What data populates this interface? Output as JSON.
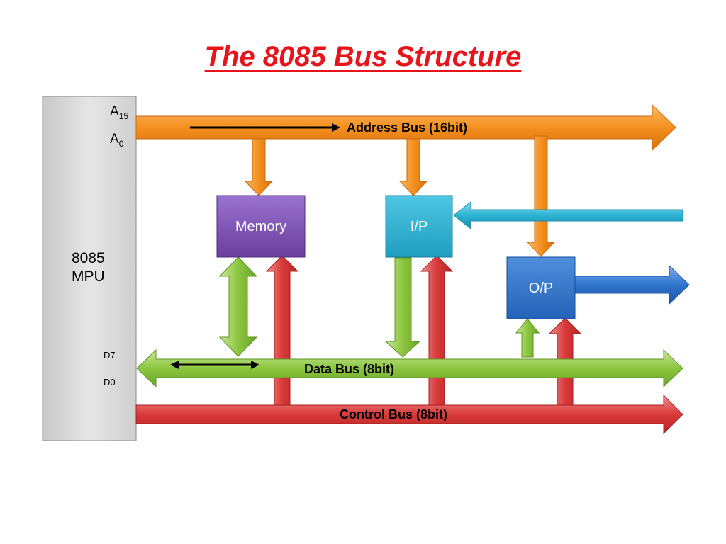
{
  "title": "The 8085 Bus Structure",
  "mpu": {
    "line1": "8085",
    "line2": "MPU"
  },
  "pins": {
    "a15": {
      "base": "A",
      "sub": "15"
    },
    "a0": {
      "base": "A",
      "sub": "0"
    },
    "d7": "D7",
    "d0": "D0"
  },
  "buses": {
    "address": "Address Bus (16bit)",
    "data": "Data Bus (8bit)",
    "control": "Control Bus (8bit)"
  },
  "blocks": {
    "memory": "Memory",
    "input": "I/P",
    "output": "O/P"
  },
  "colors": {
    "title": "#e8141b",
    "address_bus": "#f28c1e",
    "data_bus": "#8cc63f",
    "control_bus": "#d93a3a",
    "memory": "#7b4fb0",
    "input": "#2bb3d3",
    "output": "#2f74cc",
    "input_arrow": "#2bb3d3",
    "output_arrow": "#2f74cc",
    "mpu": "#d9d9d9"
  }
}
